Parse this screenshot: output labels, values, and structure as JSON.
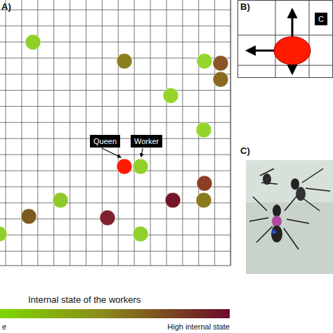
{
  "diagram": {
    "nodes": [
      {
        "text": [
          "Queen"
        ]
      },
      {
        "text": [
          "Worker"
        ]
      },
      {
        "text": [
          "C"
        ]
      }
    ],
    "labels": [
      "A)",
      "B)",
      "C)",
      "Internal state of the workers",
      "e",
      "High internal state"
    ]
  }
}
